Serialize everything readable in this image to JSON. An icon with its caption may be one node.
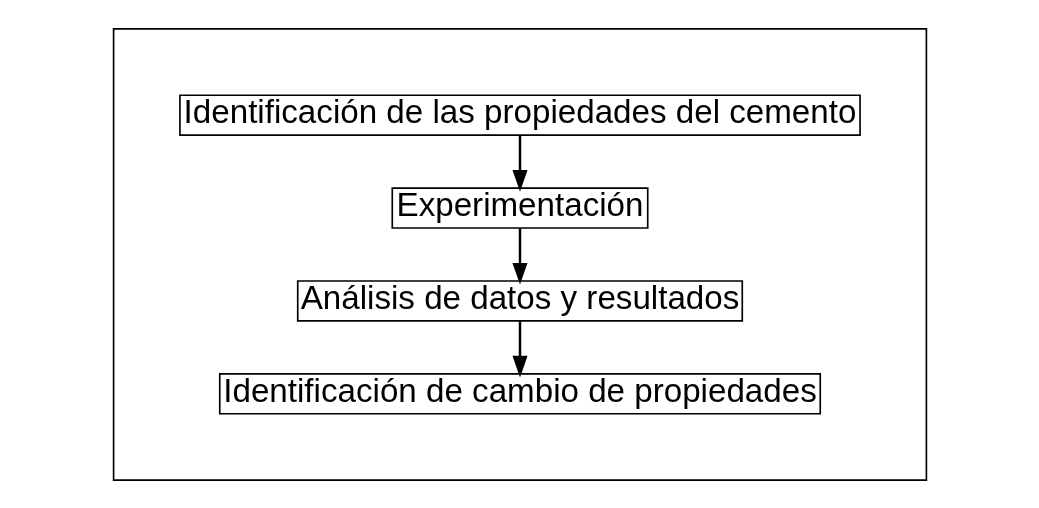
{
  "diagram": {
    "nodes": [
      {
        "text": [],
        "shape": "box"
      },
      {
        "text": [
          "Identificación de las propiedades del cemento"
        ],
        "in": 0
      },
      {
        "text": [
          "Experimentación"
        ],
        "in": 0
      },
      {
        "text": [
          "Análisis de datos y resultados"
        ],
        "in": 0
      },
      {
        "text": [
          "Identificación de cambio de propiedades"
        ],
        "in": 0
      }
    ],
    "edges": [
      {
        "from": 1,
        "to": 2,
        "arrow": "to"
      },
      {
        "from": 2,
        "to": 3,
        "arrow": "to"
      },
      {
        "from": 3,
        "to": 4,
        "arrow": "to"
      }
    ]
  }
}
